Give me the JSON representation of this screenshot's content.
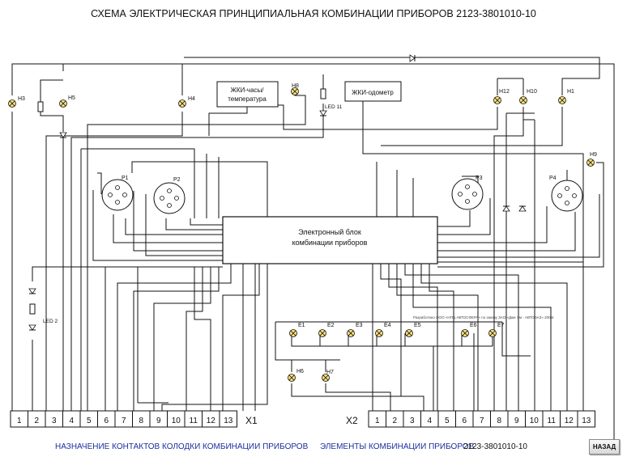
{
  "title": "СХЕМА ЭЛЕКТРИЧЕСКАЯ ПРИНЦИПИАЛЬНАЯ КОМБИНАЦИИ ПРИБОРОВ  2123-3801010-10",
  "central_block": [
    "Электронный блок",
    "комбинации приборов"
  ],
  "lcd_clock": [
    "ЖКИ-часы/",
    "температура"
  ],
  "lcd_odometer": "ЖКИ-одометр",
  "lamps": {
    "H1": "H1",
    "H3": "H3",
    "H4": "H4",
    "H5": "H5",
    "H6": "H6",
    "H7": "H7",
    "H8": "H8",
    "H9": "H9",
    "H10": "H10",
    "H12": "H12"
  },
  "leds": {
    "LED11": "LED 11",
    "LED2": "LED 2"
  },
  "gauges": {
    "P1": "P1",
    "P2": "P2",
    "P3": "P3",
    "P4": "P4"
  },
  "elements_row": {
    "E1": "E1",
    "E2": "E2",
    "E3": "E3",
    "E4": "E4",
    "E5": "E5",
    "E6": "E6",
    "E7": "E7"
  },
  "connector_x1": {
    "label": "X1",
    "pins": [
      "1",
      "2",
      "3",
      "4",
      "5",
      "6",
      "7",
      "8",
      "9",
      "10",
      "11",
      "12",
      "13"
    ]
  },
  "connector_x2": {
    "label": "X2",
    "pins": [
      "1",
      "2",
      "3",
      "4",
      "5",
      "6",
      "7",
      "8",
      "9",
      "10",
      "11",
      "12",
      "13"
    ]
  },
  "credit": "Разработано ООО «НПЦ АВТОСФЕРА» по заказу ЗАО «Джи Эм - АВТОВАЗ» 2009г.",
  "footer": {
    "contacts_link": "НАЗНАЧЕНИЕ КОНТАКТОВ КОЛОДКИ КОМБИНАЦИИ ПРИБОРОВ",
    "elements_link": "ЭЛЕМЕНТЫ КОМБИНАЦИИ ПРИБОРОВ",
    "code": "2123-3801010-10",
    "back_button": "НАЗАД"
  }
}
